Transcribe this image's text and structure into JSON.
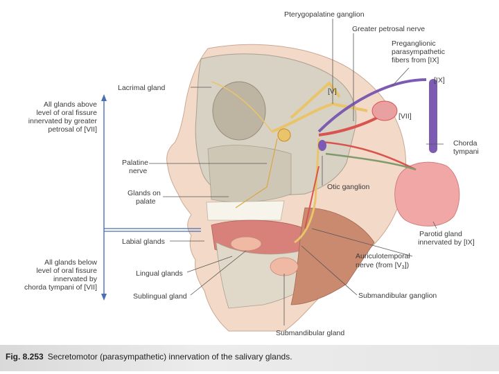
{
  "labels": {
    "pterygopalatine_ganglion": "Pterygopalatine ganglion",
    "greater_petrosal_nerve": "Greater petrosal nerve",
    "preganglionic_1": "Preganglionic",
    "preganglionic_2": "parasympathetic",
    "preganglionic_3": "fibers from [IX]",
    "ix": "[IX]",
    "v": "[V]",
    "vii": "[VII]",
    "lacrimal_gland": "Lacrimal gland",
    "chorda_1": "Chorda",
    "chorda_2": "tympani",
    "palatine_1": "Palatine",
    "palatine_2": "nerve",
    "glands_palate_1": "Glands on",
    "glands_palate_2": "palate",
    "otic_ganglion": "Otic ganglion",
    "parotid_1": "Parotid gland",
    "parotid_2": "innervated by [IX]",
    "labial_glands": "Labial glands",
    "auriculo_1": "Auriculotemporal",
    "auriculo_2": "nerve (from [V",
    "auriculo_sub": "3",
    "auriculo_3": "])",
    "lingual_glands": "Lingual glands",
    "sublingual_gland": "Sublingual gland",
    "submandibular_ganglion": "Submandibular ganglion",
    "submandibular_gland": "Submandibular gland",
    "above_1": "All glands above",
    "above_2": "level of oral fissure",
    "above_3": "innervated by greater",
    "above_4": "petrosal of [VII]",
    "below_1": "All glands below",
    "below_2": "level of oral fissure",
    "below_3": "innervated by",
    "below_4": "chorda tympani of [VII]"
  },
  "caption": {
    "fig_number": "Fig. 8.253",
    "text": "Secretomotor (parasympathetic) innervation of the salivary glands."
  },
  "colors": {
    "facial_nerve_yellow": "#e9c46a",
    "artery_red": "#d9534f",
    "vein_purple": "#7c5cb3",
    "skin": "#f3d9c8",
    "bone": "#d8d2c4",
    "muscle": "#c98a70",
    "parotid": "#f2a7a7"
  }
}
